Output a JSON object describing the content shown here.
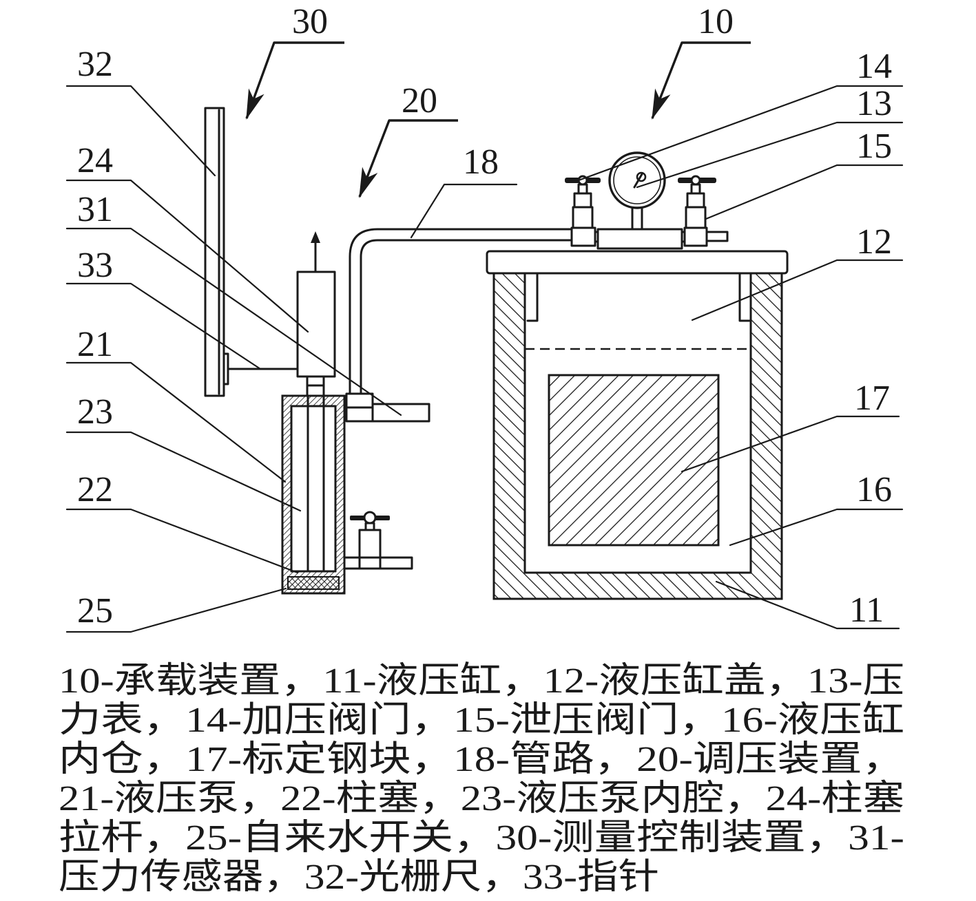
{
  "labels": {
    "n30": "30",
    "n32": "32",
    "n24": "24",
    "n31": "31",
    "n33": "33",
    "n21": "21",
    "n23": "23",
    "n22": "22",
    "n25": "25",
    "n20": "20",
    "n18": "18",
    "n10": "10",
    "n14": "14",
    "n13": "13",
    "n15": "15",
    "n12": "12",
    "n17": "17",
    "n16": "16",
    "n11": "11"
  },
  "caption": {
    "lines": [
      "10-承载装置，11-液压缸，12-液压缸盖，13-压",
      "力表，14-加压阀门，15-泄压阀门，16-液压缸",
      "内仓，17-标定钢块，18-管路，20-调压装置，",
      "21-液压泵，22-柱塞，23-液压泵内腔，24-柱塞",
      "拉杆，25-自来水开关，30-测量控制装置，31-",
      "压力传感器，32-光栅尺，33-指针"
    ]
  },
  "colors": {
    "ink": "#1a1a1a",
    "background": "#ffffff"
  }
}
